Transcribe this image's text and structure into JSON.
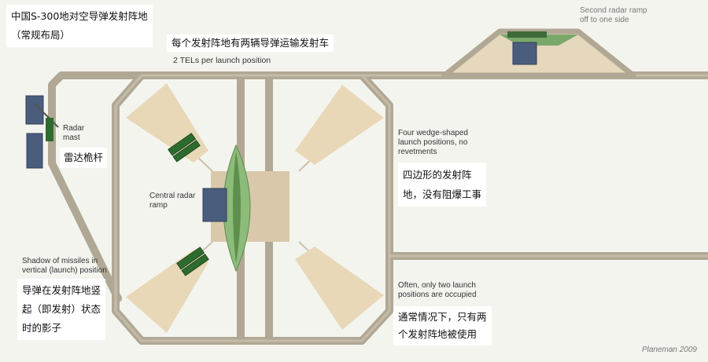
{
  "title_cn": "中国S-300地对空导弹发射阵地\n（常规布局）",
  "tel_cn": "每个发射阵地有两辆导弹运输发射车",
  "tel_en": "2 TELs per launch position",
  "second_radar_en": "Second radar ramp\noff to one side",
  "radar_mast_en": "Radar\nmast",
  "radar_mast_cn": "雷达桅杆",
  "central_radar_en": "Central radar\nramp",
  "wedge_en": "Four wedge-shaped\nlaunch positions, no\nrevetments",
  "wedge_cn": "四边形的发射阵\n地，没有阻爆工事",
  "shadow_en": "Shadow of missiles in\nvertical (launch) position",
  "shadow_cn": "导弹在发射阵地竖\n起（即发射）状态\n时的影子",
  "occupied_en": "Often, only two launch\npositions are occupied",
  "occupied_cn": "通常情况下，只有两\n个发射阵地被使用",
  "credit": "Planeman 2009",
  "colors": {
    "road": "#b3aa98",
    "road_edge": "#9a927f",
    "ground": "#f4f4ef",
    "pad": "#e7d6b6",
    "center": "#d3c3a5",
    "ramp_green": "#7aa86a",
    "radar_blue": "#4a5d7c",
    "vehicle_green": "#2e6b2e"
  }
}
